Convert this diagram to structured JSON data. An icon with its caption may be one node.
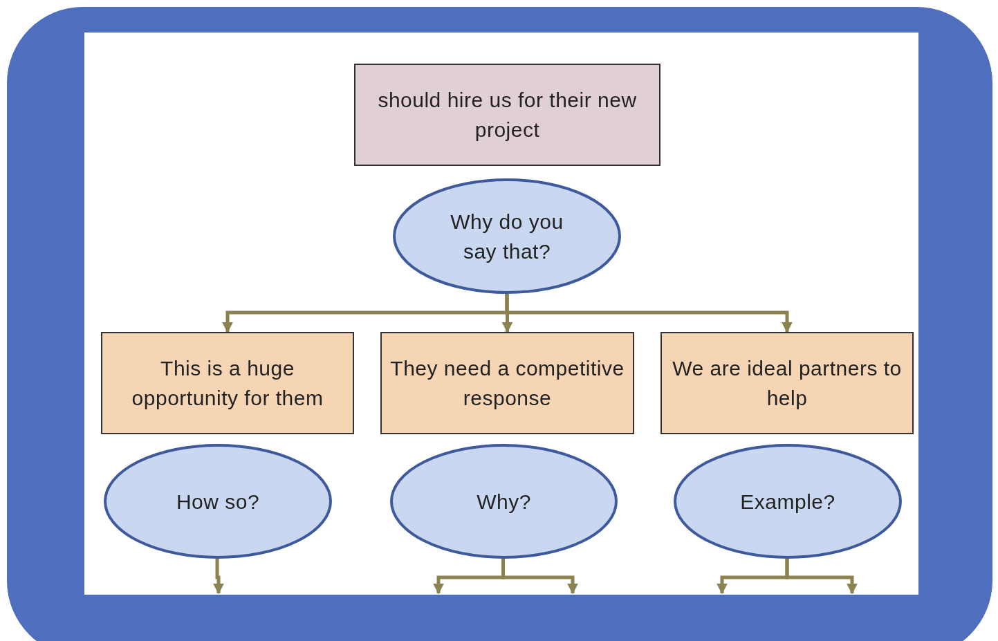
{
  "diagram": {
    "nodes": [
      {
        "text": [
          "should hire us for their new project"
        ]
      },
      {
        "text": [
          "Why do you say that?"
        ]
      },
      {
        "text": [
          "This is a huge opportunity for them"
        ]
      },
      {
        "text": [
          "They need a competitive response"
        ]
      },
      {
        "text": [
          "We are ideal partners to help"
        ]
      },
      {
        "text": [
          "How so?"
        ]
      },
      {
        "text": [
          "Why?"
        ]
      },
      {
        "text": [
          "Example?"
        ]
      }
    ],
    "edges": [
      {
        "from": 1,
        "to": 2,
        "arrow": "to"
      },
      {
        "from": 1,
        "to": 3,
        "arrow": "to"
      },
      {
        "from": 1,
        "to": 4,
        "arrow": "to"
      },
      {
        "from": 5,
        "to": null,
        "arrow": "to"
      },
      {
        "from": 6,
        "to": null,
        "arrow": "to"
      },
      {
        "from": 6,
        "to": null,
        "arrow": "to"
      },
      {
        "from": 7,
        "to": null,
        "arrow": "to"
      },
      {
        "from": 7,
        "to": null,
        "arrow": "to"
      }
    ]
  }
}
